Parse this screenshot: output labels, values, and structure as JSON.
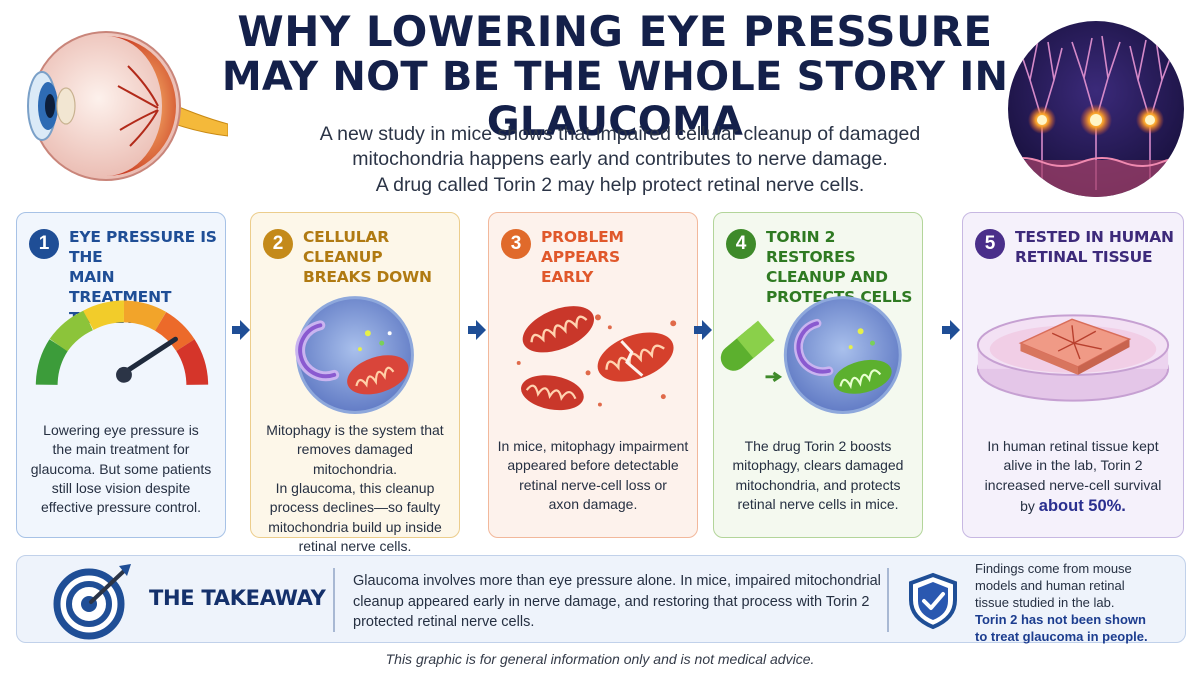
{
  "header": {
    "title_line1": "WHY LOWERING EYE PRESSURE",
    "title_line2": "MAY NOT BE THE WHOLE STORY IN GLAUCOMA",
    "subtitle_lines": [
      "A new study in mice shows that impaired cellular cleanup of damaged",
      "mitochondria happens early and contributes to nerve damage.",
      "A drug called Torin 2 may help protect retinal nerve cells."
    ]
  },
  "steps": [
    {
      "number": "1",
      "color": "#1f4e96",
      "title_lines": [
        "EYE PRESSURE IS THE",
        "MAIN TREATMENT TARGET"
      ],
      "illustration": "pressure-gauge-icon",
      "body_lines": [
        "Lowering eye pressure is",
        "the main treatment for",
        "glaucoma. But some patients",
        "still lose vision despite",
        "effective pressure control."
      ]
    },
    {
      "number": "2",
      "color": "#c48a1a",
      "title_lines": [
        "CELLULAR CLEANUP",
        "BREAKS DOWN"
      ],
      "illustration": "mitophagy-cell-icon",
      "body_lines": [
        "Mitophagy is the system that",
        "removes damaged mitochondria.",
        "In glaucoma, this cleanup",
        "process declines—so faulty",
        "mitochondria build up inside",
        "retinal nerve cells."
      ]
    },
    {
      "number": "3",
      "color": "#e06a2b",
      "title_lines": [
        "PROBLEM APPEARS",
        "EARLY"
      ],
      "illustration": "damaged-mitochondria-icon",
      "body_lines": [
        "In mice, mitophagy impairment",
        "appeared before detectable",
        "retinal nerve-cell loss or",
        "axon damage."
      ]
    },
    {
      "number": "4",
      "color": "#3e8a2a",
      "title_lines": [
        "TORIN 2 RESTORES",
        "CLEANUP AND",
        "PROTECTS CELLS"
      ],
      "illustration": "pill-healthy-cell-icon",
      "body_lines": [
        "The drug Torin 2 boosts",
        "mitophagy, clears damaged",
        "mitochondria, and protects",
        "retinal nerve cells in mice."
      ]
    },
    {
      "number": "5",
      "color": "#4a2f8a",
      "title_lines": [
        "TESTED IN HUMAN",
        "RETINAL TISSUE"
      ],
      "illustration": "petri-dish-tissue-icon",
      "body_lines": [
        "In human retinal tissue kept",
        "alive in the lab, Torin 2",
        "increased nerve-cell survival"
      ],
      "body_last_prefix": "by ",
      "body_last_highlight": "about 50%."
    }
  ],
  "takeaway": {
    "label": "THE TAKEAWAY",
    "text_lines": [
      "Glaucoma involves more than eye pressure alone. In mice, impaired mitochondrial",
      "cleanup appeared early in nerve damage, and restoring that process with Torin 2",
      "protected retinal nerve cells."
    ],
    "note_lines": [
      "Findings come from mouse",
      "models and human retinal",
      "tissue studied in the lab."
    ],
    "note_strong_lines": [
      "Torin 2 has not been shown",
      "to treat glaucoma in people."
    ]
  },
  "footer": {
    "disclaimer": "This graphic is for general information only and is not medical advice."
  }
}
